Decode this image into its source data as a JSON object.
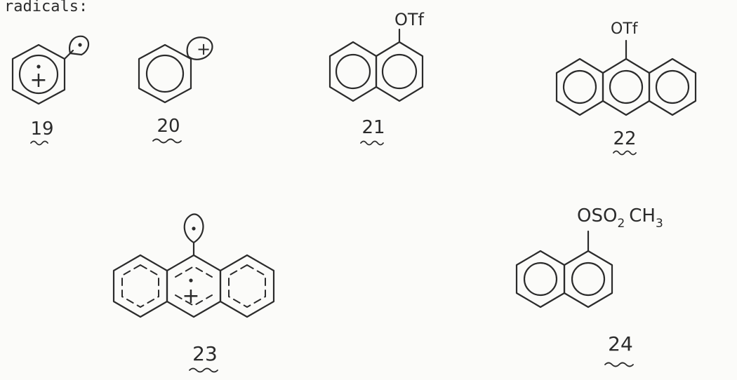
{
  "header_text": "radicals:",
  "structures": [
    {
      "number": "19",
      "label": "+"
    },
    {
      "number": "20",
      "label": "+"
    },
    {
      "number": "21",
      "substituent": "OTf"
    },
    {
      "number": "22",
      "substituent": "OTf"
    },
    {
      "number": "23",
      "label": "+"
    },
    {
      "number": "24",
      "substituent_parts": [
        "OSO",
        "2",
        "CH",
        "3"
      ]
    }
  ]
}
